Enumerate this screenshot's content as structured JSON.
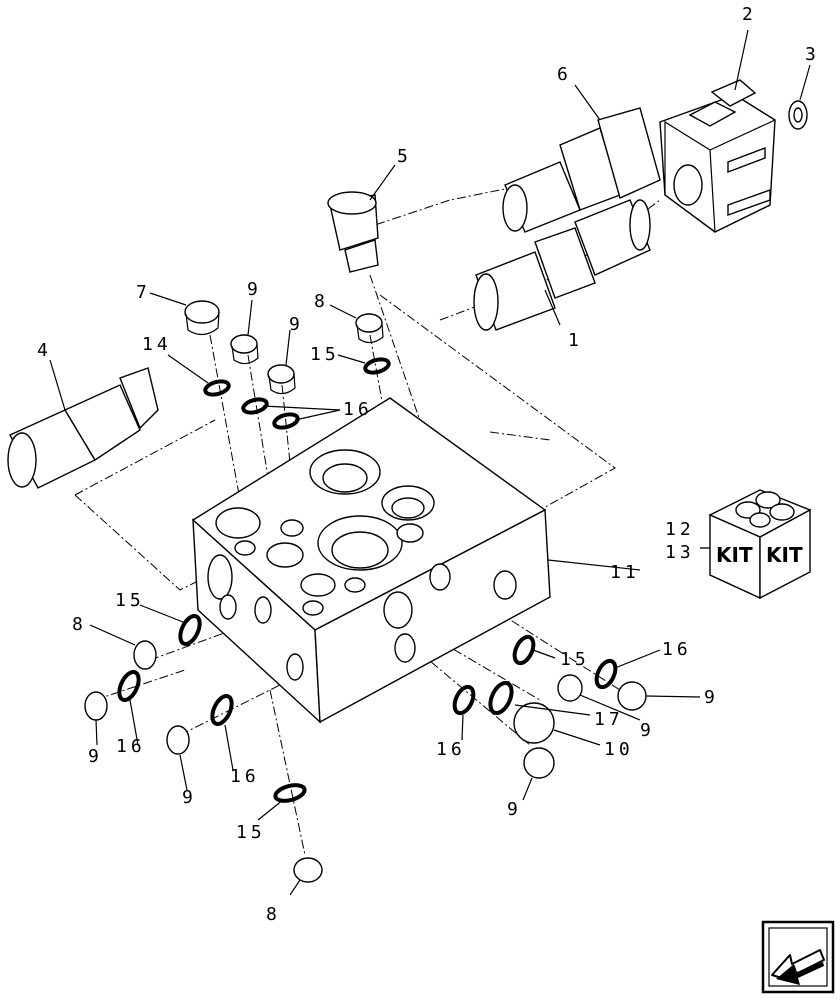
{
  "callouts": [
    {
      "id": "c1",
      "text": "1"
    },
    {
      "id": "c2",
      "text": "2"
    },
    {
      "id": "c3",
      "text": "3"
    },
    {
      "id": "c4",
      "text": "4"
    },
    {
      "id": "c5",
      "text": "5"
    },
    {
      "id": "c6",
      "text": "6"
    },
    {
      "id": "c7",
      "text": "7"
    },
    {
      "id": "c8a",
      "text": "8"
    },
    {
      "id": "c8b",
      "text": "8"
    },
    {
      "id": "c8c",
      "text": "8"
    },
    {
      "id": "c9a",
      "text": "9"
    },
    {
      "id": "c9b",
      "text": "9"
    },
    {
      "id": "c9c",
      "text": "9"
    },
    {
      "id": "c9d",
      "text": "9"
    },
    {
      "id": "c9e",
      "text": "9"
    },
    {
      "id": "c9f",
      "text": "9"
    },
    {
      "id": "c9g",
      "text": "9"
    },
    {
      "id": "c10",
      "text": "10"
    },
    {
      "id": "c11",
      "text": "11"
    },
    {
      "id": "c12",
      "text": "12"
    },
    {
      "id": "c13",
      "text": "13"
    },
    {
      "id": "c14",
      "text": "14"
    },
    {
      "id": "c15a",
      "text": "15"
    },
    {
      "id": "c15b",
      "text": "15"
    },
    {
      "id": "c15c",
      "text": "15"
    },
    {
      "id": "c15d",
      "text": "15"
    },
    {
      "id": "c16a",
      "text": "16"
    },
    {
      "id": "c16b",
      "text": "16"
    },
    {
      "id": "c16c",
      "text": "16"
    },
    {
      "id": "c16d",
      "text": "16"
    },
    {
      "id": "c16e",
      "text": "16"
    },
    {
      "id": "c17",
      "text": "17"
    }
  ],
  "kit_box": {
    "label_left": "KIT",
    "label_right": "KIT"
  },
  "nav_icon": "arrow-back-icon"
}
